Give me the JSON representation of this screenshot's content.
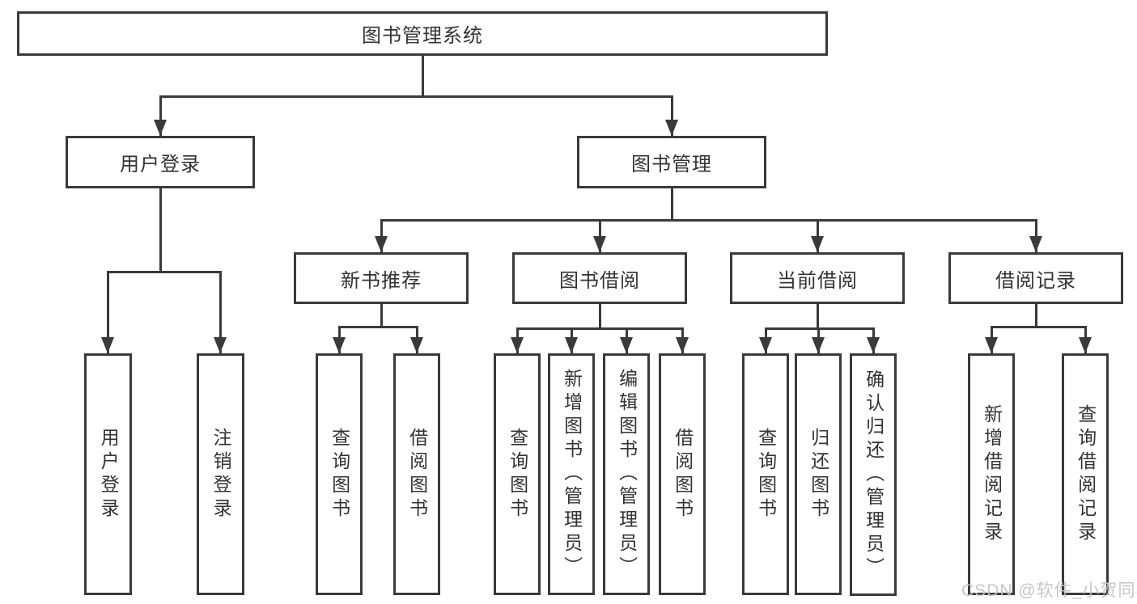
{
  "diagram": {
    "root": {
      "label": "图书管理系统"
    },
    "branches": [
      {
        "label": "用户登录",
        "children": [
          "用户登录",
          "注销登录"
        ]
      },
      {
        "label": "图书管理",
        "sections": [
          {
            "label": "新书推荐",
            "children": [
              "查询图书",
              "借阅图书"
            ]
          },
          {
            "label": "图书借阅",
            "children": [
              "查询图书",
              "新增图书（管理员）",
              "编辑图书（管理员）",
              "借阅图书"
            ]
          },
          {
            "label": "当前借阅",
            "children": [
              "查询图书",
              "归还图书",
              "确认归还（管理员）"
            ]
          },
          {
            "label": "借阅记录",
            "children": [
              "新增借阅记录",
              "查询借阅记录"
            ]
          }
        ]
      }
    ]
  },
  "watermark": {
    "text": "CSDN @软件_小贺同学"
  },
  "colors": {
    "line": "#3a3a3a",
    "text": "#333333",
    "watermark": "#c3c3c3",
    "background": "#ffffff"
  }
}
